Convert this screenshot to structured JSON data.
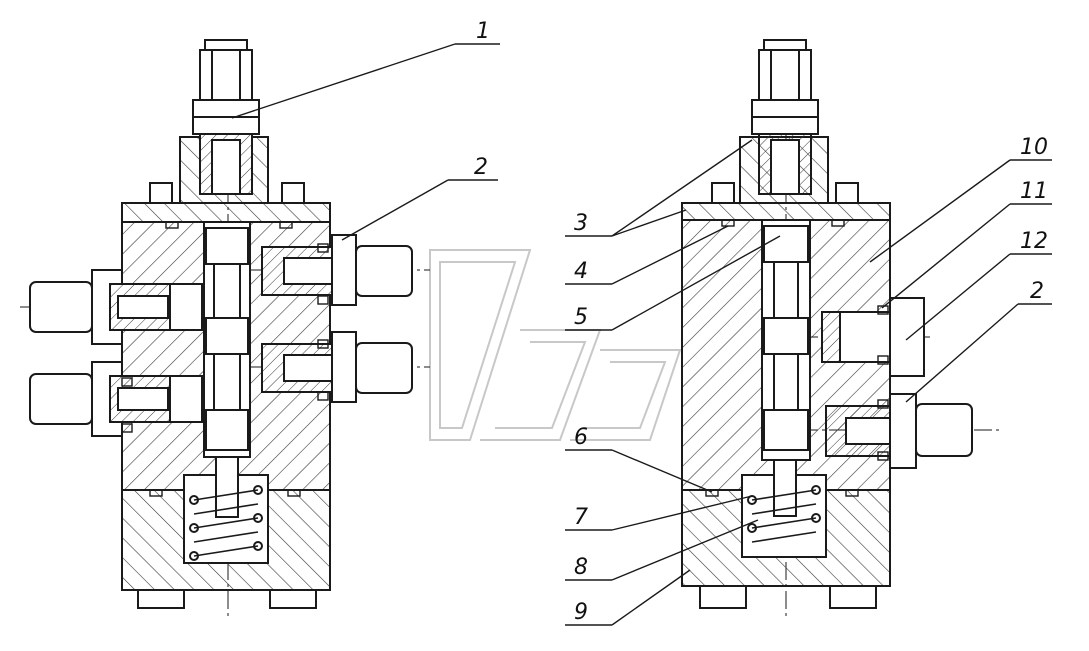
{
  "colors": {
    "ink": "#1a1a1a",
    "hatch": "#3a3a3a",
    "background": "#ffffff",
    "watermark": "#c8c8c8"
  },
  "watermark": {
    "name": "stylized-logo-watermark"
  },
  "callouts": {
    "left_1": "1",
    "left_2": "2",
    "right_3": "3",
    "right_4": "4",
    "right_5": "5",
    "right_6": "6",
    "right_7": "7",
    "right_8": "8",
    "right_9": "9",
    "right_10": "10",
    "right_11": "11",
    "right_12": "12",
    "right_2": "2"
  }
}
